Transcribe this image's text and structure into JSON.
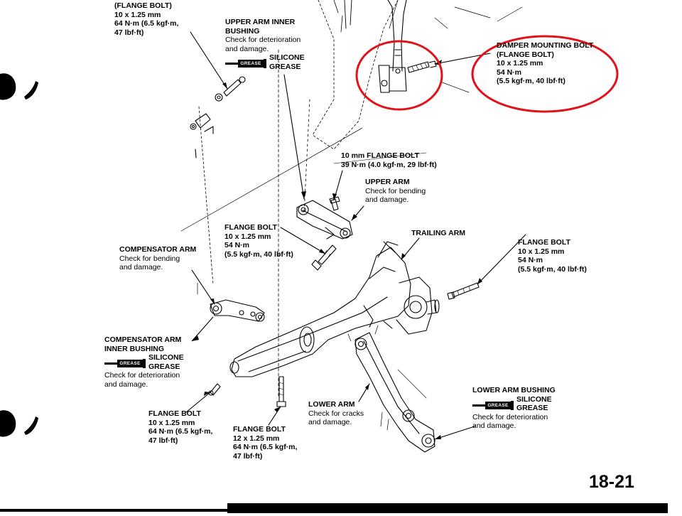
{
  "page_number": "18-21",
  "grease_tube_label": "GREASE",
  "labels": {
    "top_left_bolt": {
      "title": "(FLANGE BOLT)",
      "spec1": "10 x 1.25 mm",
      "spec2": "64 N·m (6.5 kgf·m,",
      "spec3": "47 lbf·ft)"
    },
    "upper_arm_inner_bushing": {
      "title": "UPPER ARM INNER",
      "title2": "BUSHING",
      "note1": "Check for deterioration",
      "note2": "and damage.",
      "grease1": "SILICONE",
      "grease2": "GREASE"
    },
    "damper_mounting_bolt": {
      "title": "DAMPER MOUNTING BOLT",
      "spec1": "(FLANGE BOLT)",
      "spec2": "10 x 1.25 mm",
      "spec3": "54 N·m",
      "spec4": "(5.5 kgf·m, 40 lbf·ft)"
    },
    "ten_mm_flange_bolt": {
      "title": "10 mm FLANGE BOLT",
      "spec1": "39 N·m (4.0 kgf·m, 29 lbf·ft)"
    },
    "upper_arm": {
      "title": "UPPER ARM",
      "note1": "Check for bending",
      "note2": "and damage."
    },
    "trailing_arm": {
      "title": "TRAILING ARM"
    },
    "center_flange_bolt": {
      "title": "FLANGE BOLT",
      "spec1": "10 x 1.25 mm",
      "spec2": "54 N·m",
      "spec3": "(5.5 kgf·m, 40 lbf·ft)"
    },
    "right_flange_bolt": {
      "title": "FLANGE BOLT",
      "spec1": "10 x 1.25 mm",
      "spec2": "54 N·m",
      "spec3": "(5.5 kgf·m, 40 lbf·ft)"
    },
    "compensator_arm": {
      "title": "COMPENSATOR ARM",
      "note1": "Check for bending",
      "note2": "and damage."
    },
    "compensator_arm_inner_bushing": {
      "title": "COMPENSATOR ARM",
      "title2": "INNER BUSHING",
      "grease1": "SILICONE",
      "grease2": "GREASE",
      "note1": "Check for deterioration",
      "note2": "and damage."
    },
    "bottom_left_flange_bolt": {
      "title": "FLANGE BOLT",
      "spec1": "10 x 1.25 mm",
      "spec2": "64 N·m (6.5 kgf·m,",
      "spec3": "47 lbf·ft)"
    },
    "bottom_center_flange_bolt": {
      "title": "FLANGE BOLT",
      "spec1": "12 x 1.25 mm",
      "spec2": "64 N·m (6.5 kgf·m,",
      "spec3": "47 lbf·ft)"
    },
    "lower_arm": {
      "title": "LOWER ARM",
      "note1": "Check for cracks",
      "note2": "and damage."
    },
    "lower_arm_bushing": {
      "title": "LOWER ARM BUSHING",
      "grease1": "SILICONE",
      "grease2": "GREASE",
      "note1": "Check for deterioration",
      "note2": "and damage."
    }
  },
  "colors": {
    "highlight": "#e0131a",
    "ink": "#000000"
  }
}
